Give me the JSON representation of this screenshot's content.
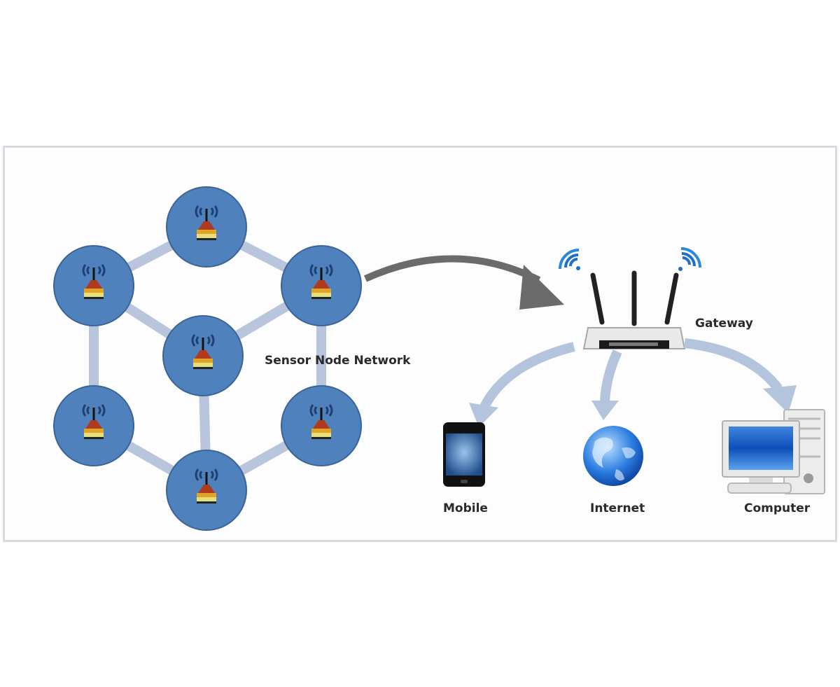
{
  "labels": {
    "sensor_network": "Sensor Node Network",
    "gateway": "Gateway",
    "mobile": "Mobile",
    "internet": "Internet",
    "computer": "Computer"
  },
  "sensor_nodes": [
    {
      "id": "node-top"
    },
    {
      "id": "node-upper-left"
    },
    {
      "id": "node-upper-right"
    },
    {
      "id": "node-center"
    },
    {
      "id": "node-lower-left"
    },
    {
      "id": "node-lower-right"
    },
    {
      "id": "node-bottom"
    }
  ],
  "colors": {
    "node_fill": "#4f81bd",
    "node_stroke": "#3a6496",
    "link": "#b8c5dc",
    "arrow_dark": "#6b6b6b",
    "arrow_light": "#b4c4dc",
    "frame_border": "#d6dbe2"
  }
}
